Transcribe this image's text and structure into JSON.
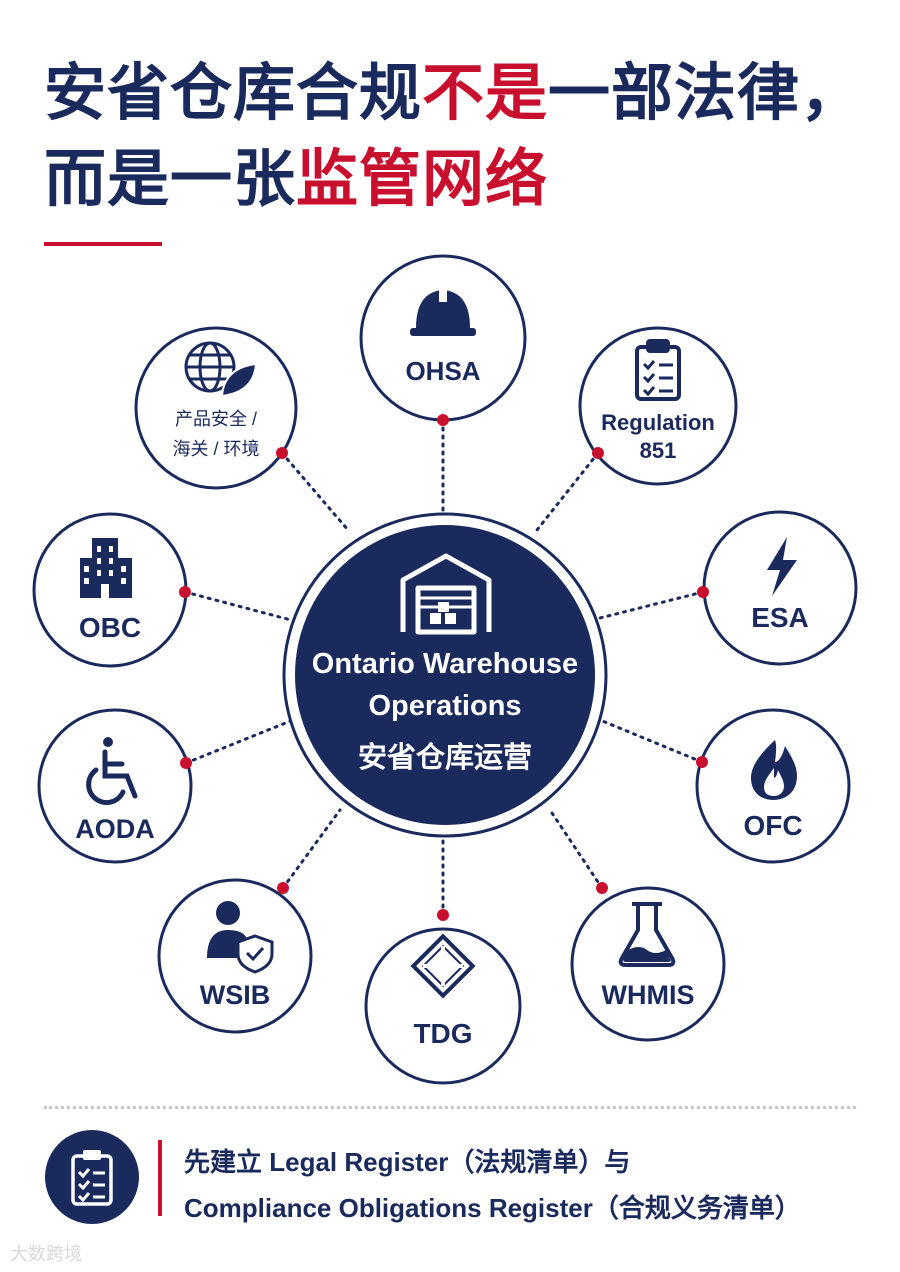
{
  "title": {
    "line1_a": "安省仓库合规",
    "line1_b": "不是",
    "line1_c": "一部法律，",
    "line2_a": "而是一张",
    "line2_b": "监管网络"
  },
  "center": {
    "line1": "Ontario Warehouse",
    "line2": "Operations",
    "line3": "安省仓库运营"
  },
  "nodes": {
    "ohsa": "OHSA",
    "reg851_a": "Regulation",
    "reg851_b": "851",
    "esa": "ESA",
    "ofc": "OFC",
    "whmis": "WHMIS",
    "tdg": "TDG",
    "wsib": "WSIB",
    "aoda": "AODA",
    "obc": "OBC",
    "product_a": "产品安全 /",
    "product_b": "海关 / 环境"
  },
  "footer": {
    "line1": "先建立 Legal Register（法规清单）与",
    "line2": "Compliance Obligations Register（合规义务清单）"
  },
  "watermark": "大数跨境",
  "colors": {
    "navy": "#1b2a5c",
    "red": "#c8102e",
    "white": "#ffffff"
  }
}
